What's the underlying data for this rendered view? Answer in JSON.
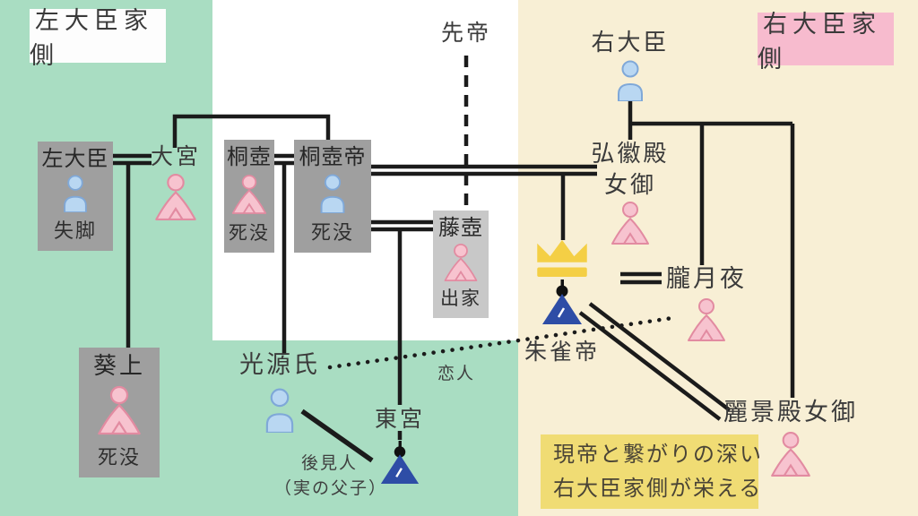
{
  "panels": {
    "left_family_label": "左大臣家側",
    "right_family_label": "右大臣家側"
  },
  "nodes": {
    "sadaijin": {
      "name": "左大臣",
      "status": "失脚",
      "icon": "male-person"
    },
    "omiya": {
      "name": "大宮",
      "icon": "female-person"
    },
    "kiritsubo": {
      "name": "桐壺",
      "status": "死没",
      "icon": "female-person"
    },
    "kiritsubotei": {
      "name": "桐壺帝",
      "status": "死没",
      "icon": "male-person"
    },
    "fujitsubo": {
      "name": "藤壺",
      "status": "出家",
      "icon": "female-person"
    },
    "sentei": {
      "name": "先帝"
    },
    "udaijin": {
      "name": "右大臣",
      "icon": "male-person"
    },
    "kokiden": {
      "name_line1": "弘徽殿",
      "name_line2": "女御",
      "icon": "female-person"
    },
    "suzaku": {
      "name": "朱雀帝",
      "icon": "emperor-figure",
      "crown": "crown-icon"
    },
    "oborozukiyo": {
      "name": "朧月夜",
      "icon": "female-person"
    },
    "reikeiden": {
      "name": "麗景殿女御",
      "icon": "female-person"
    },
    "aoi": {
      "name": "葵上",
      "status": "死没",
      "icon": "female-person"
    },
    "genji": {
      "name": "光源氏",
      "icon": "male-person"
    },
    "togu": {
      "name": "東宮",
      "icon": "emperor-figure"
    }
  },
  "annotations": {
    "lover": "恋人",
    "guardian": "後見人",
    "guardian_note": "（実の父子）",
    "highlight_note_line1": "現帝と繋がりの深い",
    "highlight_note_line2": "右大臣家側が栄える"
  },
  "colors": {
    "green_panel": "#a9ddc2",
    "cream_panel": "#f8efd5",
    "pink_label": "#f7bbce",
    "gray_box": "#9f9f9f",
    "light_gray_box": "#c8c8c8",
    "yellow_note": "#f0dc74",
    "line": "#1b1b1b",
    "text": "#3b3b3b",
    "male_fill": "#b9d7f2",
    "male_stroke": "#7fa8d8",
    "female_fill": "#f7c3cf",
    "female_stroke": "#e28ba1",
    "robe_navy": "#2e4da6",
    "crown_yellow": "#f4cf45"
  }
}
